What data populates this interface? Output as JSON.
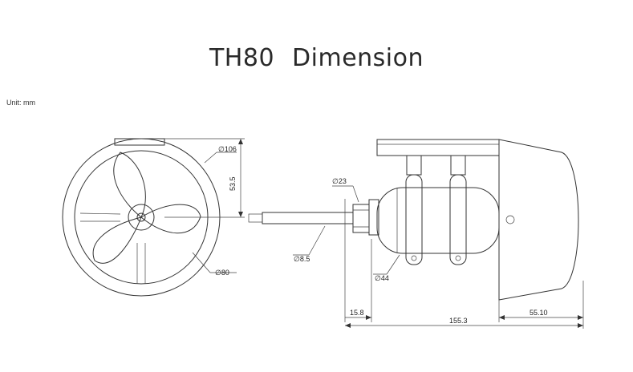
{
  "title_model": "TH80",
  "title_word": "Dimension",
  "unit_label": "Unit: mm",
  "dims": {
    "d106": "∅106",
    "d53_5": "53.5",
    "d80": "∅80",
    "d23": "∅23",
    "d8_5": "∅8.5",
    "d44": "∅44",
    "l15_8": "15.8",
    "l155_3": "155.3",
    "l55_10": "55.10"
  },
  "colors": {
    "line": "#333333",
    "text": "#222222"
  }
}
